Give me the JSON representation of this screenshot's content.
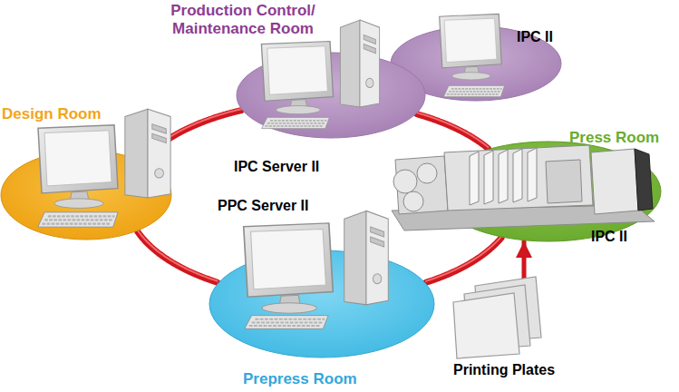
{
  "diagram": {
    "nodes": [
      {
        "text": [
          "Production Control/ Maintenance Room",
          "IPC Server II"
        ]
      },
      {
        "text": [
          "IPC II"
        ]
      },
      {
        "text": [
          "Design Room"
        ]
      },
      {
        "text": [
          "Press Room",
          "IPC II"
        ]
      },
      {
        "text": [
          "PPC Server II",
          "Prepress Room"
        ]
      },
      {
        "text": [
          "Printing Plates"
        ]
      }
    ],
    "edges": [
      {
        "from": 2,
        "to": 0,
        "arrow": "none"
      },
      {
        "from": 0,
        "to": 3,
        "arrow": "none"
      },
      {
        "from": 3,
        "to": 4,
        "arrow": "none"
      },
      {
        "from": 4,
        "to": 2,
        "arrow": "none"
      },
      {
        "from": 5,
        "to": 3,
        "arrow": "to"
      }
    ]
  }
}
